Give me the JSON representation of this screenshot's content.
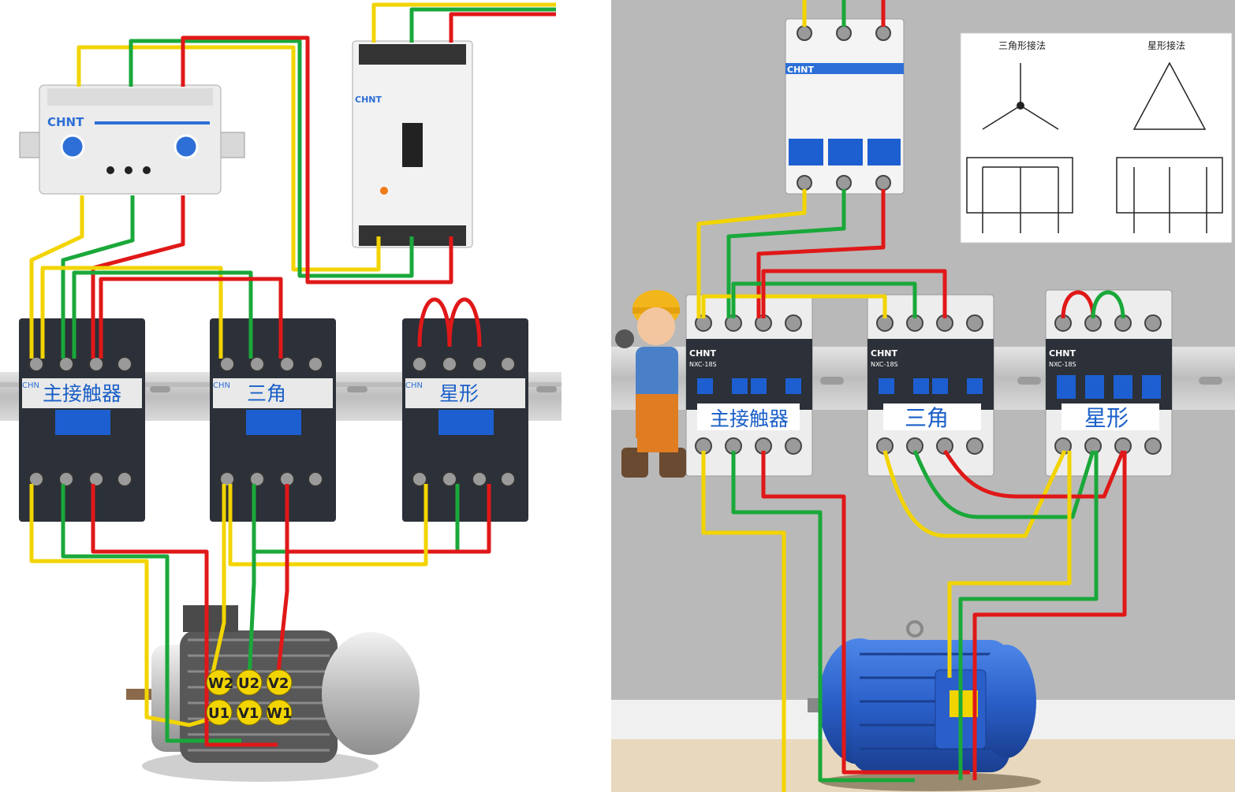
{
  "colors": {
    "yellow": "#f2d400",
    "green": "#1aa83a",
    "red": "#e01818",
    "label_blue": "#1a5fc8",
    "chint_blue": "#2d6fd6",
    "right_wall": "#b9b9b9",
    "rail": "#c8c8c8",
    "contactor_dark": "#2c3038",
    "motor_blue": "#2a5fc9",
    "motor_silver": "#d0d0d0"
  },
  "left": {
    "relay": {
      "brand": "CHNT"
    },
    "breaker": {
      "brand": "CHNT"
    },
    "contactors": [
      {
        "id": "main",
        "brand": "CHN",
        "label": "主接触器"
      },
      {
        "id": "delta",
        "brand": "CHN",
        "label": "三角"
      },
      {
        "id": "star",
        "brand": "CHN",
        "label": "星形"
      }
    ],
    "motor_terminals": {
      "top": [
        "W2",
        "U2",
        "V2"
      ],
      "bottom": [
        "U1",
        "V1",
        "W1"
      ]
    }
  },
  "right": {
    "breaker": {
      "brand": "CHNT"
    },
    "contactors": [
      {
        "id": "main",
        "brand": "CHNT",
        "model": "NXC-18S",
        "label": "主接触器"
      },
      {
        "id": "delta",
        "brand": "CHNT",
        "model": "NXC-18S",
        "label": "三角"
      },
      {
        "id": "star",
        "brand": "CHNT",
        "model": "NXC-18S",
        "label": "星形"
      }
    ],
    "legend": {
      "delta_title": "三角形接法",
      "star_title": "星形接法"
    },
    "mascot_icon": "engineer-mascot-icon"
  }
}
